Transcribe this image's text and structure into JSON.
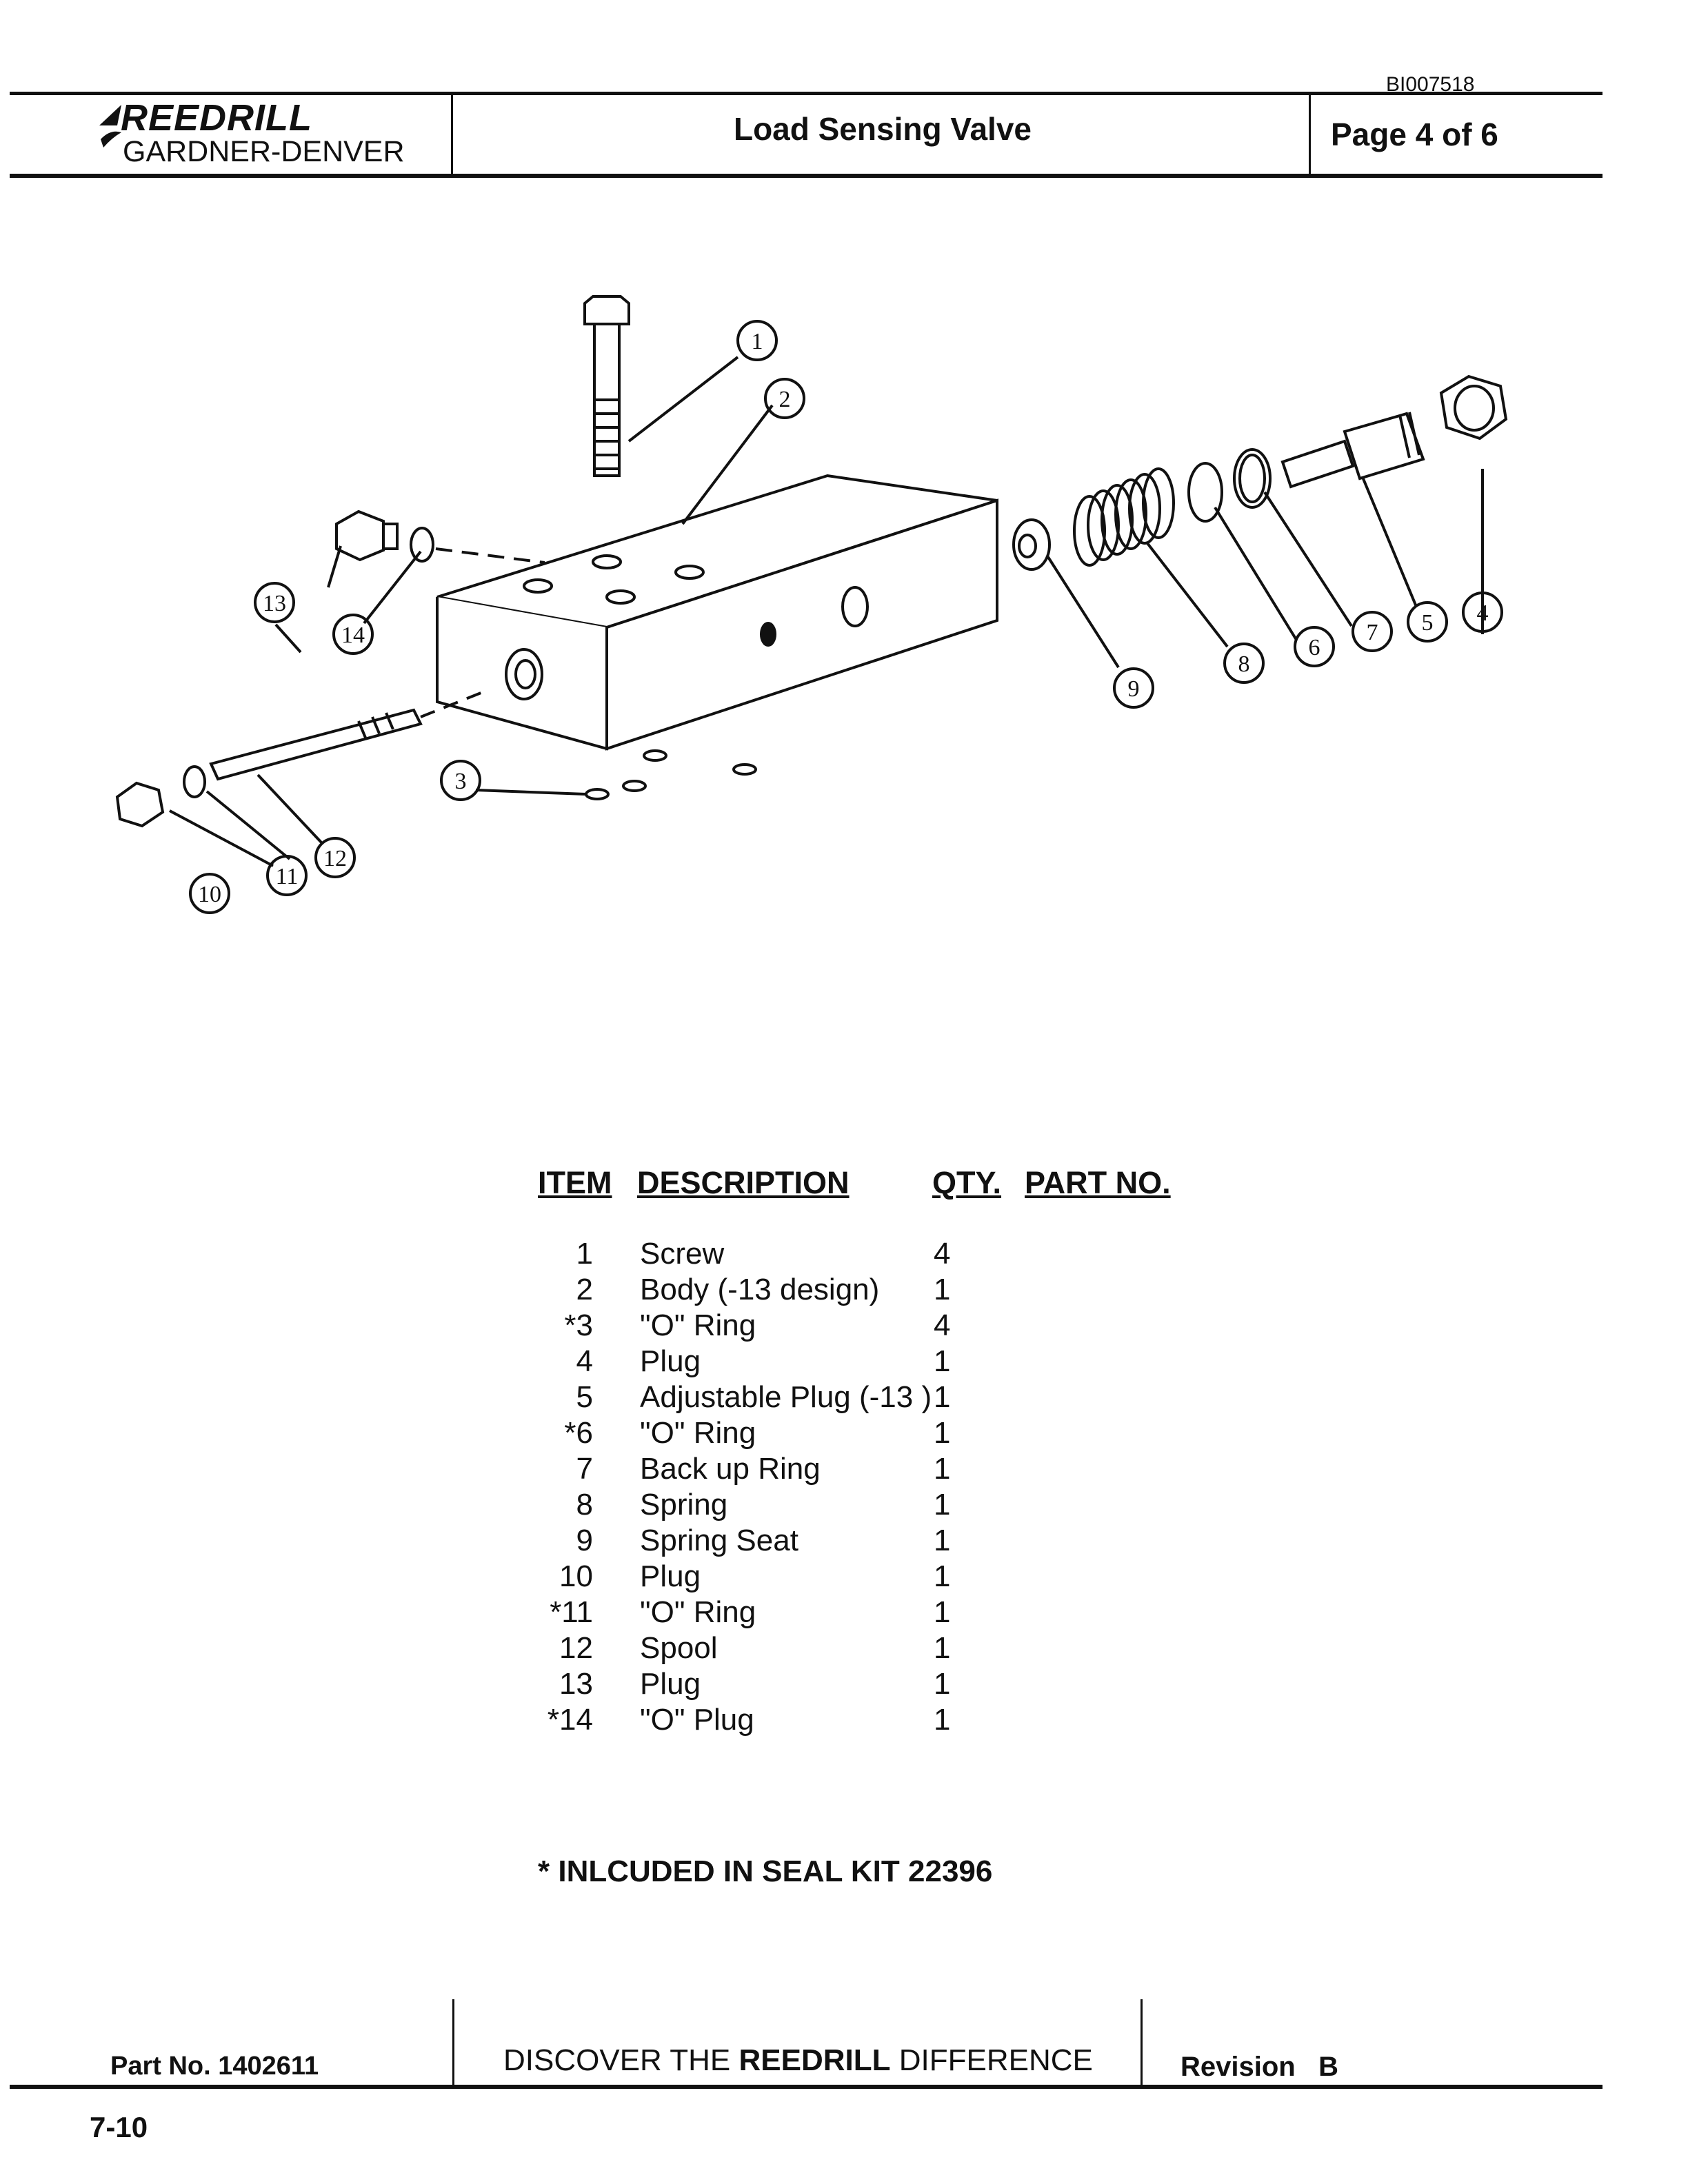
{
  "doc_id": "BI007518",
  "header": {
    "brand_top": "REEDRILL",
    "brand_bottom": "GARDNER-DENVER",
    "title": "Load Sensing Valve",
    "page": "Page 4 of 6"
  },
  "diagram": {
    "callouts": [
      "1",
      "2",
      "3",
      "4",
      "5",
      "6",
      "7",
      "8",
      "9",
      "10",
      "11",
      "12",
      "13",
      "14"
    ]
  },
  "parts_table": {
    "headers": {
      "item": "ITEM",
      "description": "DESCRIPTION",
      "qty": "QTY.",
      "part_no": "PART NO."
    },
    "rows": [
      {
        "item": "1",
        "description": "Screw",
        "qty": "4"
      },
      {
        "item": "2",
        "description": "Body (-13 design)",
        "qty": "1"
      },
      {
        "item": "*3",
        "description": "\"O\" Ring",
        "qty": "4"
      },
      {
        "item": "4",
        "description": "Plug",
        "qty": "1"
      },
      {
        "item": "5",
        "description": "Adjustable Plug (-13 )",
        "qty": "1"
      },
      {
        "item": "*6",
        "description": "\"O\" Ring",
        "qty": "1"
      },
      {
        "item": "7",
        "description": "Back up Ring",
        "qty": "1"
      },
      {
        "item": "8",
        "description": "Spring",
        "qty": "1"
      },
      {
        "item": "9",
        "description": "Spring Seat",
        "qty": "1"
      },
      {
        "item": "10",
        "description": "Plug",
        "qty": "1"
      },
      {
        "item": "*11",
        "description": "\"O\" Ring",
        "qty": "1"
      },
      {
        "item": "12",
        "description": "Spool",
        "qty": "1"
      },
      {
        "item": "13",
        "description": "Plug",
        "qty": "1"
      },
      {
        "item": "*14",
        "description": "\"O\" Plug",
        "qty": "1"
      }
    ]
  },
  "note": "* INLCUDED IN SEAL KIT 22396",
  "footer": {
    "part_no": "Part No. 1402611",
    "slogan_prefix": "DISCOVER THE",
    "slogan_brand": "REEDRILL",
    "slogan_suffix": "DIFFERENCE",
    "revision_label": "Revision",
    "revision_value": "B",
    "page_number": "7-10"
  }
}
